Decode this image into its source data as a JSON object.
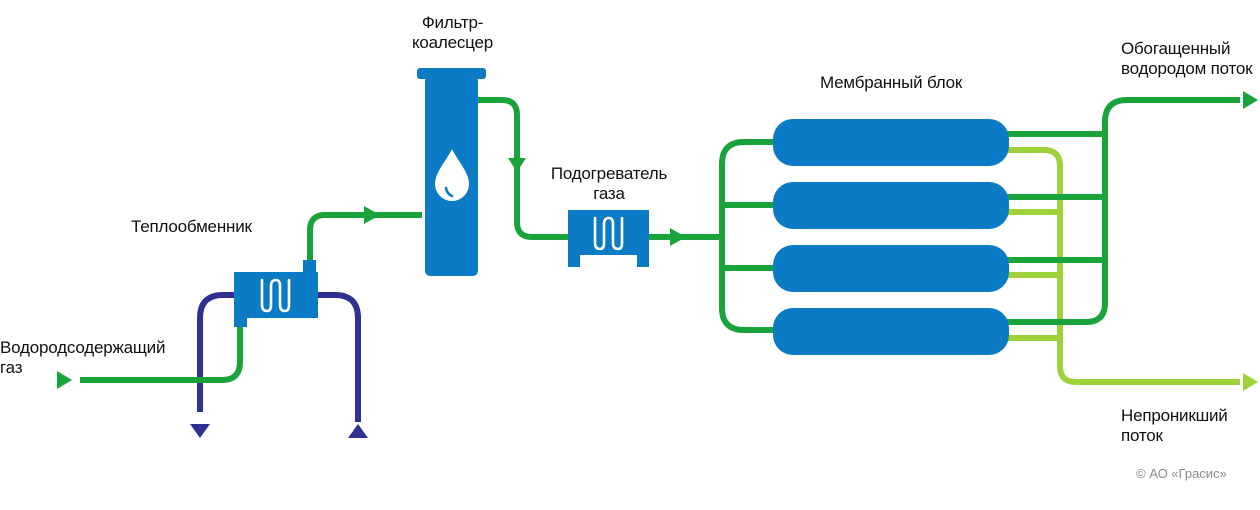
{
  "labels": {
    "filter": [
      "Фильтр-",
      "коалесцер"
    ],
    "heat_exchanger": "Теплообменник",
    "heater": [
      "Подогреватель",
      "газа"
    ],
    "membrane_block": "Мембранный блок",
    "inlet": [
      "Водородсодержащий",
      "газ"
    ],
    "enriched": [
      "Обогащенный",
      "водородом поток"
    ],
    "permeate": [
      "Непроникший",
      "поток"
    ]
  },
  "copyright": "© АО «Грасис»",
  "colors": {
    "gas_line": "#1aa33a",
    "permeate_line": "#9fd23a",
    "coolant_line": "#2e3192",
    "equipment": "#0a7bc4",
    "text": "#111111"
  }
}
